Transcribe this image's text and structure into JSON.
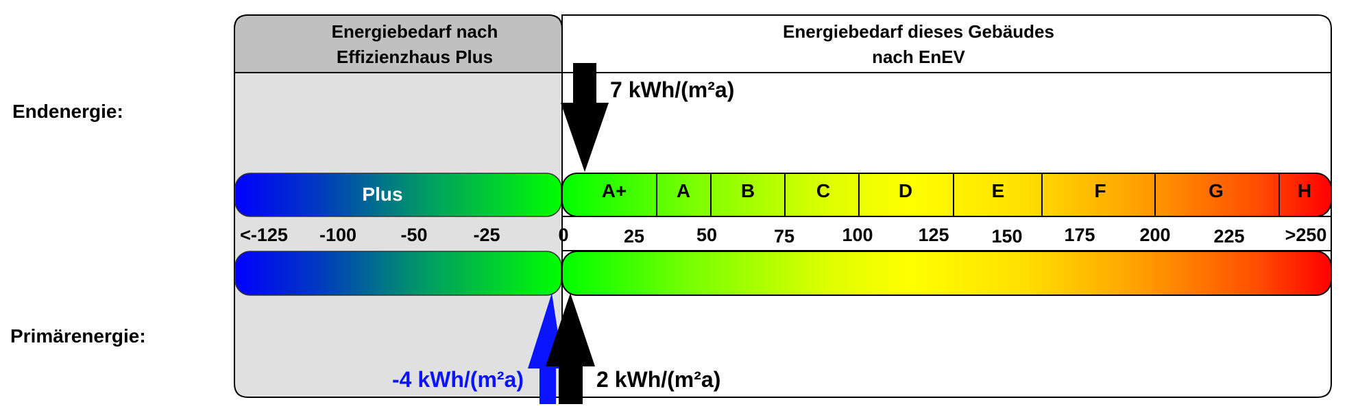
{
  "labels": {
    "endenergie": "Endenergie:",
    "primaerenergie": "Primärenergie:"
  },
  "header": {
    "left_line1": "Energiebedarf nach",
    "left_line2": "Effizienzhaus Plus",
    "right_line1": "Energiebedarf dieses Gebäudes",
    "right_line2": "nach EnEV"
  },
  "plus_label": "Plus",
  "classes": [
    "A+",
    "A",
    "B",
    "C",
    "D",
    "E",
    "F",
    "G",
    "H"
  ],
  "scale_ticks": [
    "<-125",
    "-100",
    "-50",
    "-25",
    "0",
    "25",
    "50",
    "75",
    "100",
    "125",
    "150",
    "175",
    "200",
    "225",
    ">250"
  ],
  "endenergie_value": "7 kWh/(m²a)",
  "primaer_plus_value": "-4 kWh/(m²a)",
  "primaer_value": "2 kWh/(m²a)",
  "colors": {
    "plus_blue": "#0000ff",
    "plus_green": "#00ff00",
    "yellow": "#ffff00",
    "red": "#ff0000",
    "panel_grey": "#e0e0e0",
    "header_grey": "#c0c0c0",
    "marker_blue": "#0a14ff",
    "marker_black": "#000000"
  }
}
